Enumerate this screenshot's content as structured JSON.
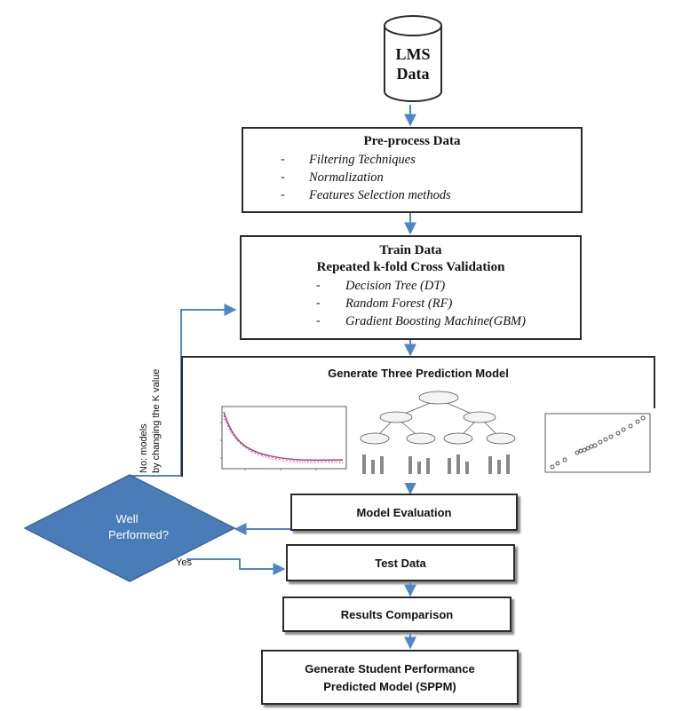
{
  "lms": {
    "line1": "LMS",
    "line2": "Data"
  },
  "preprocess": {
    "title": "Pre-process Data",
    "items": [
      "Filtering Techniques",
      "Normalization",
      "Features Selection methods"
    ]
  },
  "train": {
    "title1": "Train Data",
    "title2": "Repeated k-fold Cross Validation",
    "items": [
      "Decision Tree (DT)",
      "Random Forest (RF)",
      "Gradient Boosting Machine(GBM)"
    ]
  },
  "generate": {
    "title": "Generate Three Prediction Model"
  },
  "evaluation": {
    "label": "Model Evaluation"
  },
  "decision": {
    "line1": "Well",
    "line2": "Performed?",
    "color": "#4a7cb8"
  },
  "feedback": {
    "line1": "No: models",
    "line2": "by  changing the K value"
  },
  "yes_label": "Yes",
  "test": {
    "label": "Test Data"
  },
  "results": {
    "label": "Results Comparison"
  },
  "final": {
    "line1": "Generate Student Performance",
    "line2": "Predicted Model (SPPM)"
  },
  "dash": "-",
  "arrow_color": "#4f86c6"
}
